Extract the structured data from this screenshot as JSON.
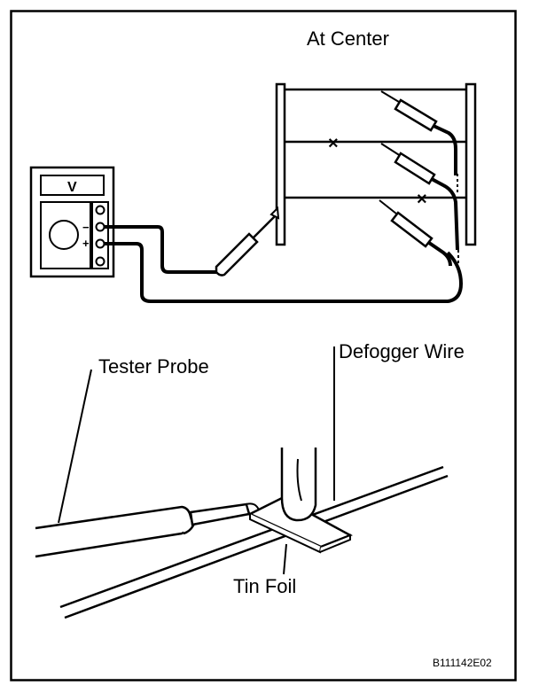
{
  "labels": {
    "at_center": "At Center",
    "meter_symbol": "V",
    "minus": "−",
    "plus": "+",
    "defogger_wire": "Defogger Wire",
    "tester_probe": "Tester Probe",
    "tin_foil": "Tin Foil",
    "figure_code": "B111142E02"
  },
  "colors": {
    "ink": "#000000",
    "paper": "#ffffff"
  }
}
